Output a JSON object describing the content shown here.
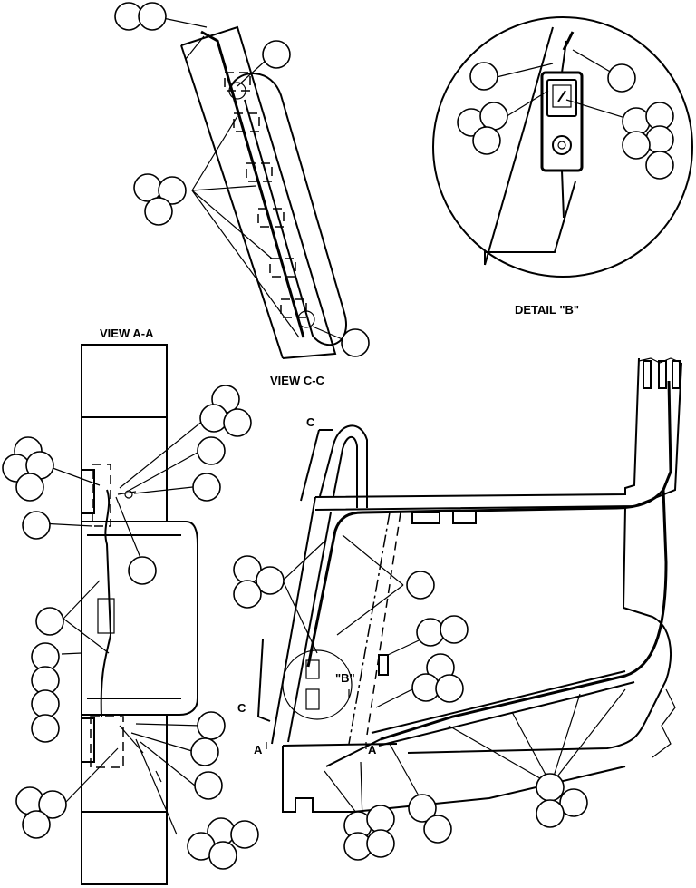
{
  "labels": {
    "view_aa": "VIEW A-A",
    "view_cc": "VIEW C-C",
    "detail_b": "DETAIL \"B\"",
    "b_ref": "\"B\"",
    "c_top": "C",
    "c_bottom": "C",
    "a_left": "A",
    "a_right": "A"
  }
}
